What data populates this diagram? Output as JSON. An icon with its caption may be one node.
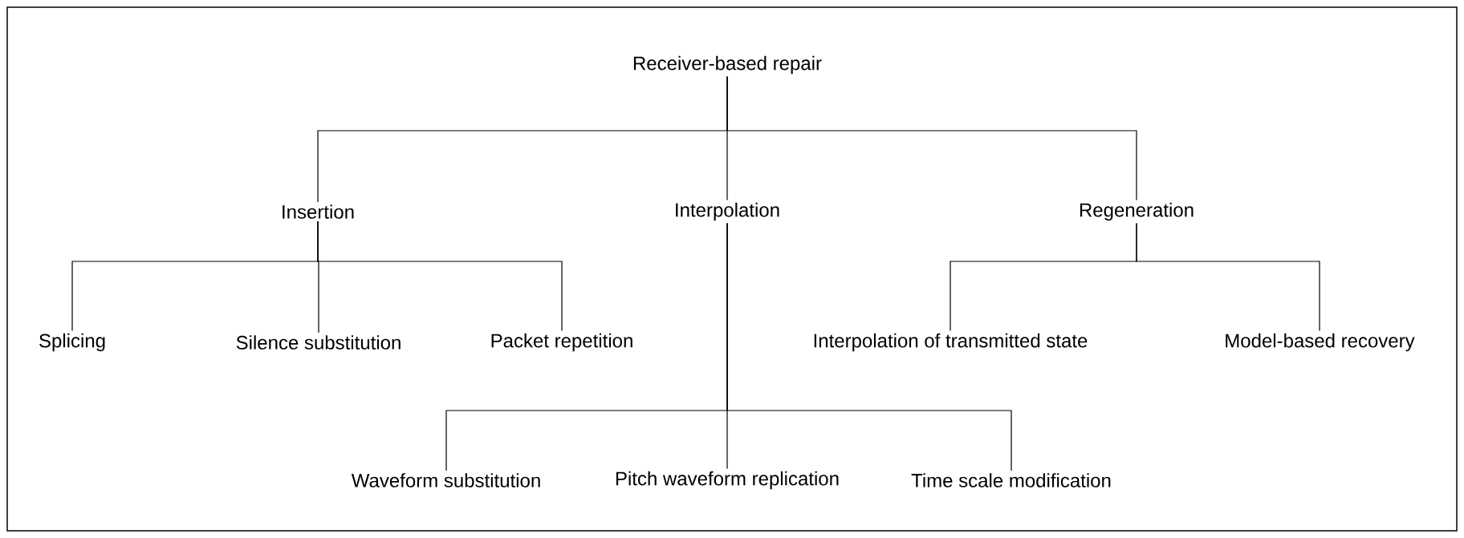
{
  "diagram": {
    "nodes": [
      {
        "text": [
          "Receiver-based repair"
        ]
      },
      {
        "text": [
          "Insertion"
        ]
      },
      {
        "text": [
          "Interpolation"
        ]
      },
      {
        "text": [
          "Regeneration"
        ]
      },
      {
        "text": [
          "Splicing"
        ]
      },
      {
        "text": [
          "Silence substitution"
        ]
      },
      {
        "text": [
          "Packet repetition"
        ]
      },
      {
        "text": [
          "Interpolation of transmitted state"
        ]
      },
      {
        "text": [
          "Model-based recovery"
        ]
      },
      {
        "text": [
          "Waveform substitution"
        ]
      },
      {
        "text": [
          "Pitch waveform replication"
        ]
      },
      {
        "text": [
          "Time scale modification"
        ]
      }
    ],
    "edges": [
      {
        "from": 0,
        "to": 1,
        "arrow": "none"
      },
      {
        "from": 0,
        "to": 2,
        "arrow": "none"
      },
      {
        "from": 0,
        "to": 3,
        "arrow": "none"
      },
      {
        "from": 1,
        "to": 4,
        "arrow": "none"
      },
      {
        "from": 1,
        "to": 5,
        "arrow": "none"
      },
      {
        "from": 1,
        "to": 6,
        "arrow": "none"
      },
      {
        "from": 3,
        "to": 7,
        "arrow": "none"
      },
      {
        "from": 3,
        "to": 8,
        "arrow": "none"
      },
      {
        "from": 2,
        "to": 9,
        "arrow": "none"
      },
      {
        "from": 2,
        "to": 10,
        "arrow": "none"
      },
      {
        "from": 2,
        "to": 11,
        "arrow": "none"
      }
    ]
  }
}
